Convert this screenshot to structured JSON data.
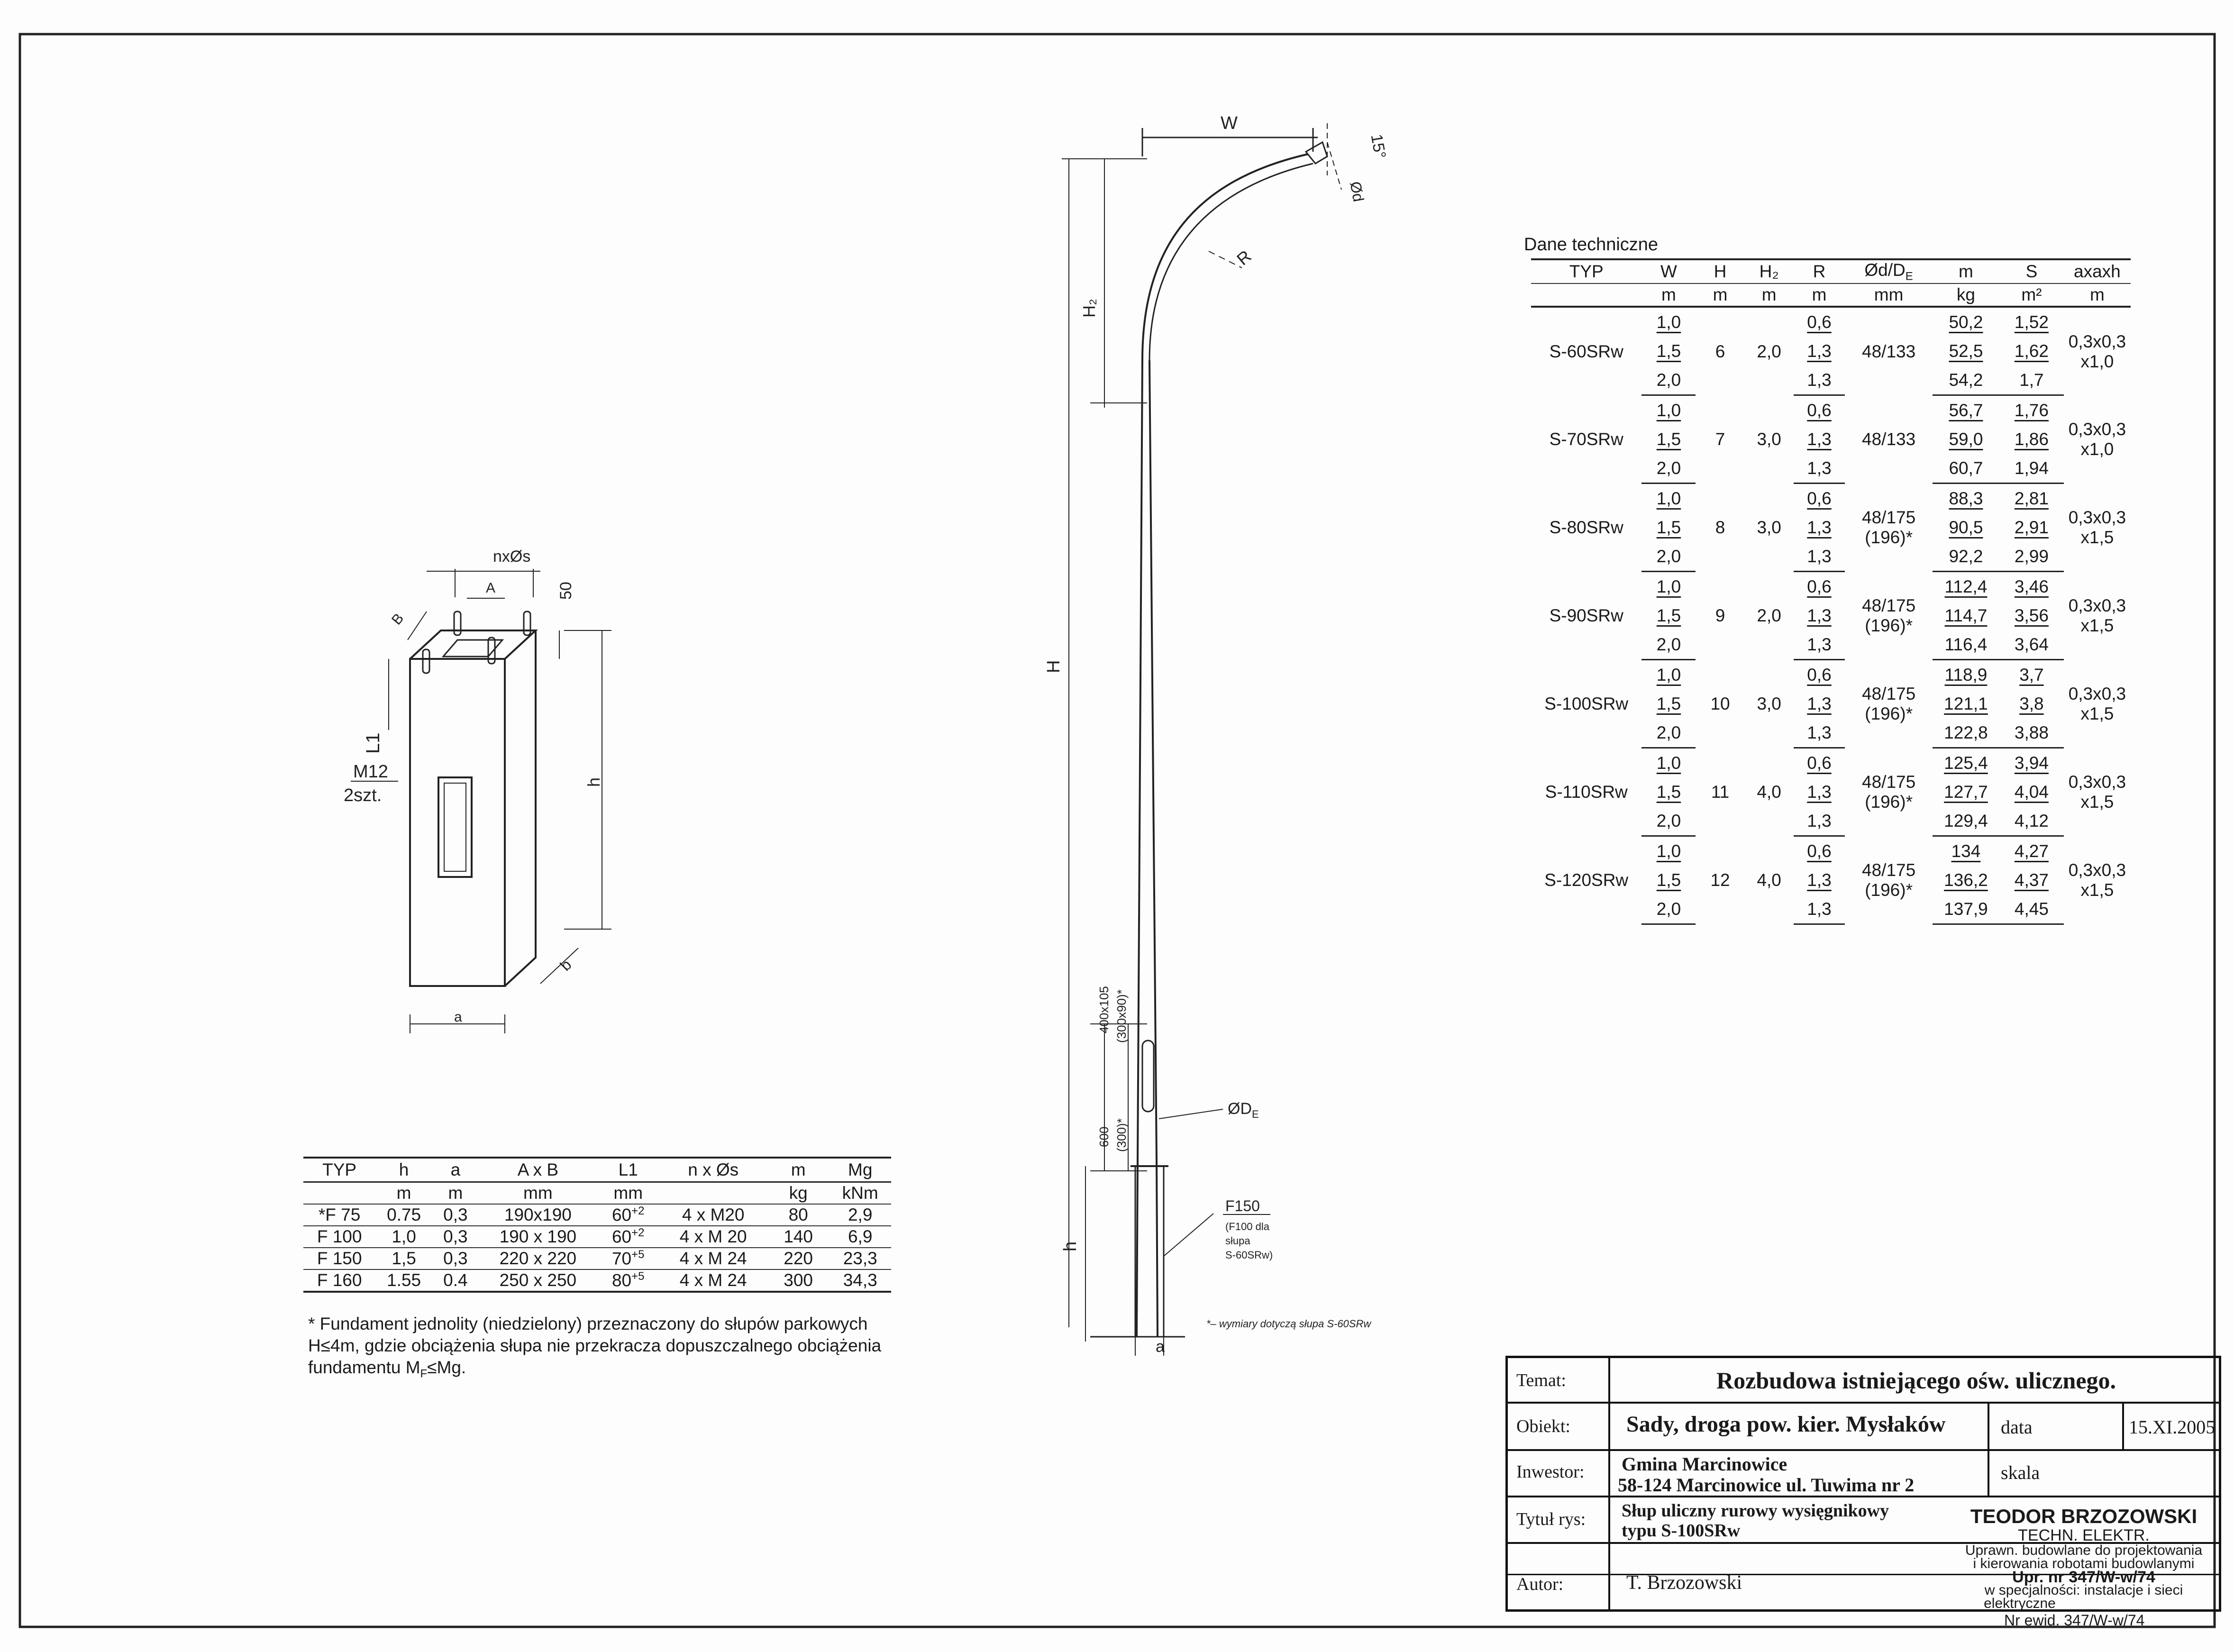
{
  "pole_drawing": {
    "W": "W",
    "angle": "15°",
    "fi_d": "Ød",
    "R": "R",
    "H2": "H₂",
    "H": "H",
    "h": "h",
    "a": "a",
    "dim_400x105": "400x105",
    "dim_300x90": "(300x90)*",
    "dim_600": "600",
    "dim_300": "(300)*",
    "fi_DE": "ØD",
    "fi_DE_sub": "E",
    "f150": "F150",
    "f100_note": [
      "(F100 dla",
      "słupa",
      "S-60SRw)"
    ],
    "footnote": "*– wymiary dotyczą słupa S-60SRw"
  },
  "foundation_drawing": {
    "n_fi_s": "nxØs",
    "A": "A",
    "B": "B",
    "dim_50": "50",
    "L1": "L1",
    "M12": "M12",
    "szt": "2szt.",
    "h": "h",
    "b": "b",
    "a": "a"
  },
  "foundation_table": {
    "headers": [
      "TYP",
      "h",
      "a",
      "A x B",
      "L1",
      "n x Øs",
      "m",
      "Mg"
    ],
    "units": [
      "",
      "m",
      "m",
      "mm",
      "mm",
      "",
      "kg",
      "kNm"
    ],
    "rows": [
      {
        "typ": "*F 75",
        "h": "0.75",
        "a": "0,3",
        "ab": "190x190",
        "l1": "60",
        "l1sup": "+2",
        "ns": "4 x M20",
        "m": "80",
        "mg": "2,9"
      },
      {
        "typ": "F 100",
        "h": "1,0",
        "a": "0,3",
        "ab": "190 x 190",
        "l1": "60",
        "l1sup": "+2",
        "ns": "4 x M 20",
        "m": "140",
        "mg": "6,9"
      },
      {
        "typ": "F 150",
        "h": "1,5",
        "a": "0,3",
        "ab": "220 x 220",
        "l1": "70",
        "l1sup": "+5",
        "ns": "4 x M 24",
        "m": "220",
        "mg": "23,3"
      },
      {
        "typ": "F 160",
        "h": "1.55",
        "a": "0.4",
        "ab": "250 x 250",
        "l1": "80",
        "l1sup": "+5",
        "ns": "4 x M 24",
        "m": "300",
        "mg": "34,3"
      }
    ]
  },
  "note": {
    "line1": "* Fundament jednolity (niedzielony) przeznaczony do słupów parkowych",
    "line2": "H≤4m, gdzie obciążenia słupa nie przekracza dopuszczalnego obciążenia",
    "line3_a": "fundamentu M",
    "line3_sub": "F",
    "line3_b": "≤Mg."
  },
  "tech_table": {
    "title": "Dane techniczne",
    "headers": [
      "TYP",
      "W",
      "H",
      "H₂",
      "R",
      "Ød/D",
      "m",
      "S",
      "axaxh"
    ],
    "header_sub_E": "E",
    "units": [
      "",
      "m",
      "m",
      "m",
      "m",
      "mm",
      "kg",
      "m²",
      "m"
    ],
    "groups": [
      {
        "typ": "S-60SRw",
        "H": "6",
        "H2": "2,0",
        "d": "48/133",
        "d2": "",
        "ax": "0,3x0,3",
        "ax2": "x1,0",
        "rows": [
          {
            "W": "1,0",
            "R": "0,6",
            "m": "50,2",
            "S": "1,52"
          },
          {
            "W": "1,5",
            "R": "1,3",
            "m": "52,5",
            "S": "1,62"
          },
          {
            "W": "2,0",
            "R": "1,3",
            "m": "54,2",
            "S": "1,7"
          }
        ]
      },
      {
        "typ": "S-70SRw",
        "H": "7",
        "H2": "3,0",
        "d": "48/133",
        "d2": "",
        "ax": "0,3x0,3",
        "ax2": "x1,0",
        "rows": [
          {
            "W": "1,0",
            "R": "0,6",
            "m": "56,7",
            "S": "1,76"
          },
          {
            "W": "1,5",
            "R": "1,3",
            "m": "59,0",
            "S": "1,86"
          },
          {
            "W": "2,0",
            "R": "1,3",
            "m": "60,7",
            "S": "1,94"
          }
        ]
      },
      {
        "typ": "S-80SRw",
        "H": "8",
        "H2": "3,0",
        "d": "48/175",
        "d2": "(196)*",
        "ax": "0,3x0,3",
        "ax2": "x1,5",
        "rows": [
          {
            "W": "1,0",
            "R": "0,6",
            "m": "88,3",
            "S": "2,81"
          },
          {
            "W": "1,5",
            "R": "1,3",
            "m": "90,5",
            "S": "2,91"
          },
          {
            "W": "2,0",
            "R": "1,3",
            "m": "92,2",
            "S": "2,99"
          }
        ]
      },
      {
        "typ": "S-90SRw",
        "H": "9",
        "H2": "2,0",
        "d": "48/175",
        "d2": "(196)*",
        "ax": "0,3x0,3",
        "ax2": "x1,5",
        "rows": [
          {
            "W": "1,0",
            "R": "0,6",
            "m": "112,4",
            "S": "3,46"
          },
          {
            "W": "1,5",
            "R": "1,3",
            "m": "114,7",
            "S": "3,56"
          },
          {
            "W": "2,0",
            "R": "1,3",
            "m": "116,4",
            "S": "3,64"
          }
        ]
      },
      {
        "typ": "S-100SRw",
        "H": "10",
        "H2": "3,0",
        "d": "48/175",
        "d2": "(196)*",
        "ax": "0,3x0,3",
        "ax2": "x1,5",
        "rows": [
          {
            "W": "1,0",
            "R": "0,6",
            "m": "118,9",
            "S": "3,7"
          },
          {
            "W": "1,5",
            "R": "1,3",
            "m": "121,1",
            "S": "3,8"
          },
          {
            "W": "2,0",
            "R": "1,3",
            "m": "122,8",
            "S": "3,88"
          }
        ]
      },
      {
        "typ": "S-110SRw",
        "H": "11",
        "H2": "4,0",
        "d": "48/175",
        "d2": "(196)*",
        "ax": "0,3x0,3",
        "ax2": "x1,5",
        "rows": [
          {
            "W": "1,0",
            "R": "0,6",
            "m": "125,4",
            "S": "3,94"
          },
          {
            "W": "1,5",
            "R": "1,3",
            "m": "127,7",
            "S": "4,04"
          },
          {
            "W": "2,0",
            "R": "1,3",
            "m": "129,4",
            "S": "4,12"
          }
        ]
      },
      {
        "typ": "S-120SRw",
        "H": "12",
        "H2": "4,0",
        "d": "48/175",
        "d2": "(196)*",
        "ax": "0,3x0,3",
        "ax2": "x1,5",
        "rows": [
          {
            "W": "1,0",
            "R": "0,6",
            "m": "134",
            "S": "4,27"
          },
          {
            "W": "1,5",
            "R": "1,3",
            "m": "136,2",
            "S": "4,37"
          },
          {
            "W": "2,0",
            "R": "1,3",
            "m": "137,9",
            "S": "4,45"
          }
        ]
      }
    ]
  },
  "title_block": {
    "temat_label": "Temat:",
    "temat": "Rozbudowa istniejącego ośw. ulicznego.",
    "obiekt_label": "Obiekt:",
    "obiekt": "Sady, droga pow. kier. Mysłaków",
    "data_label": "data",
    "data": "15.XI.2005",
    "inwestor_label": "Inwestor:",
    "inwestor_1": "Gmina Marcinowice",
    "inwestor_2": "58-124 Marcinowice ul. Tuwima nr 2",
    "skala_label": "skala",
    "tytul_label": "Tytuł rys:",
    "tytul_1": "Słup uliczny rurowy wysięgnikowy",
    "tytul_2": "typu S-100SRw",
    "autor_label": "Autor:",
    "autor": "T. Brzozowski",
    "stamp_name": "TEODOR BRZOZOWSKI",
    "stamp_title": "TECHN. ELEKTR.",
    "stamp_l1": "Uprawn. budowlane do projektowania",
    "stamp_l2": "i kierowania robotami budowlanymi",
    "stamp_l3": "w specjalności: instalacje i sieci",
    "stamp_l4": "elektryczne",
    "stamp_ewid": "Nr ewid. 347/W-w/74",
    "stamp_upr": "Upr. nr 347/W-w/74"
  }
}
